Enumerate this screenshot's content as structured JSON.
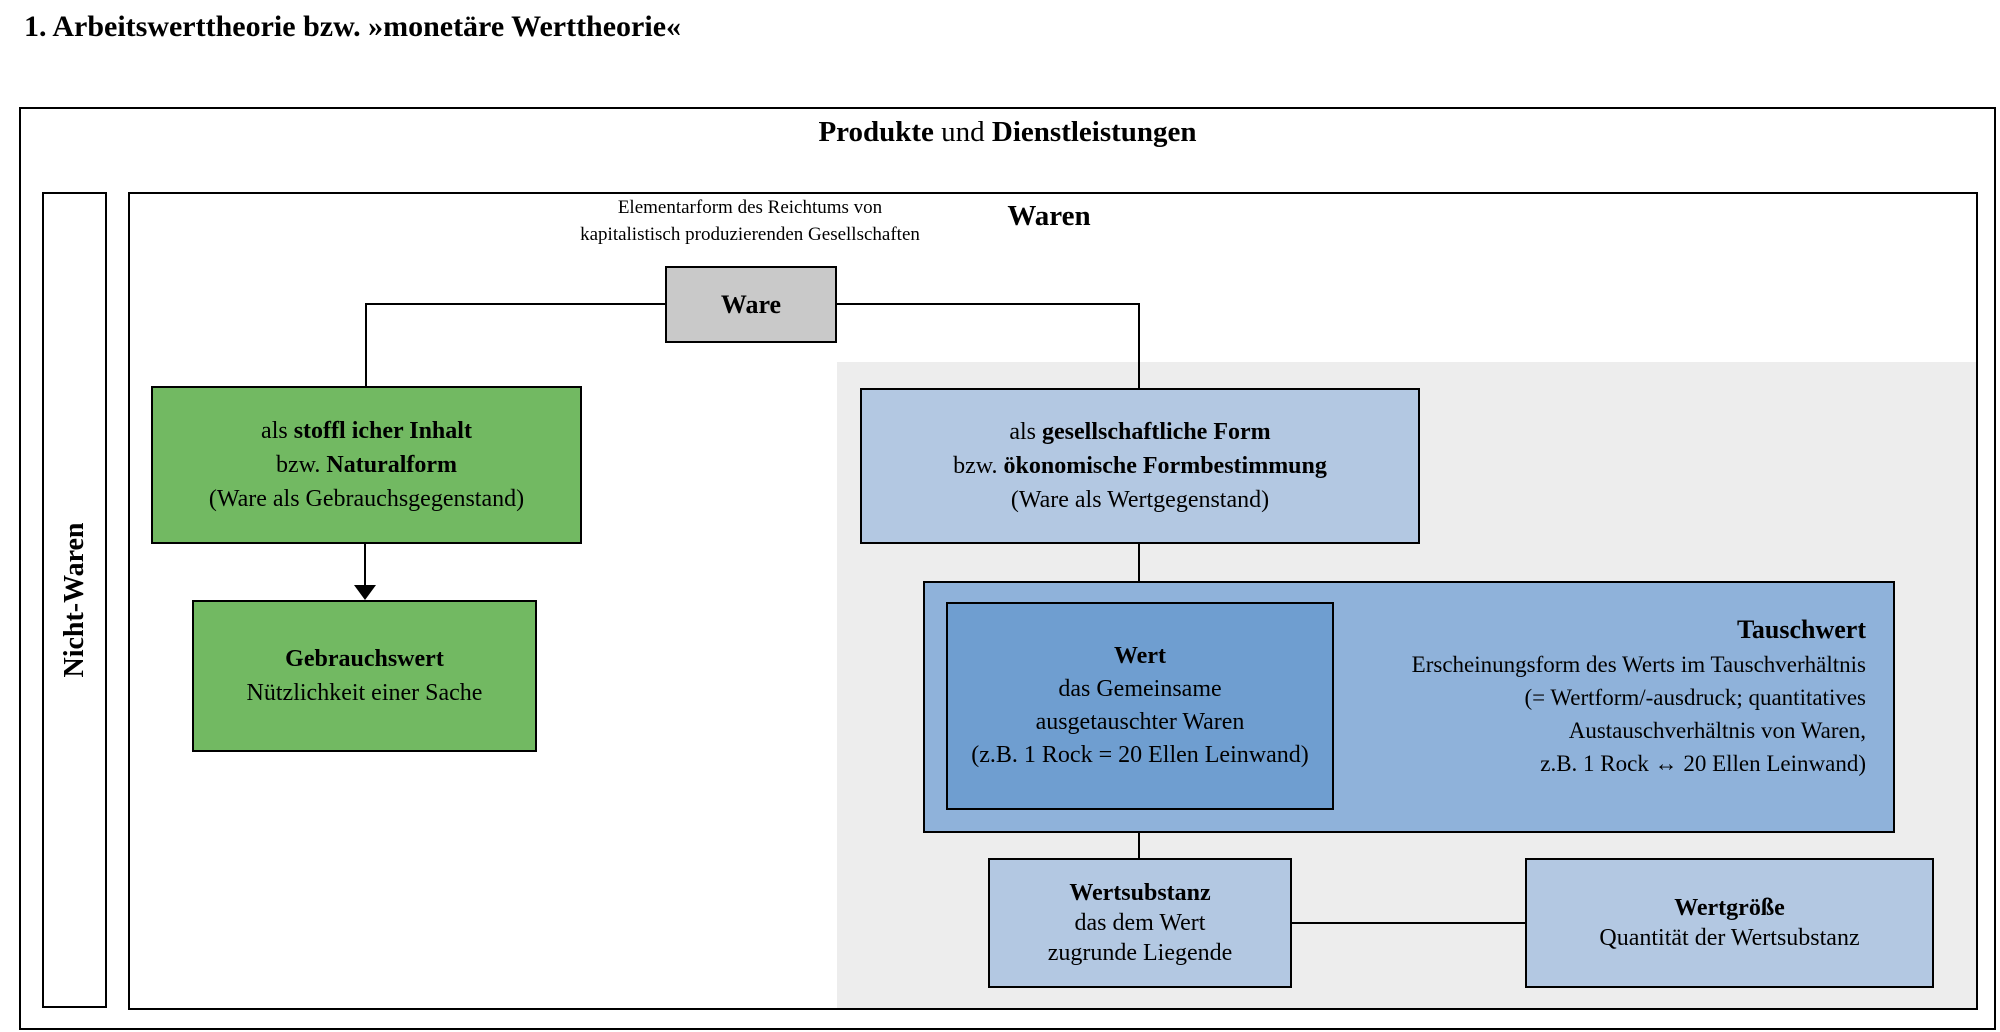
{
  "page": {
    "title": "1. Arbeitswerttheorie bzw. »monetäre Werttheorie«"
  },
  "outer": {
    "heading_bold1": "Produkte",
    "heading_mid": " und ",
    "heading_bold2": "Dienstleistungen"
  },
  "side": {
    "label": "Nicht-Waren"
  },
  "waren": {
    "annotation_line1": "Elementarform des Reichtums von",
    "annotation_line2": "kapitalistisch produzierenden Gesellschaften",
    "heading": "Waren",
    "ware_box_label": "Ware"
  },
  "natural_side": {
    "form_box": {
      "l1_pre": "als ",
      "l1_bold": "stoffl icher Inhalt",
      "l2_pre": "bzw. ",
      "l2_bold": "Naturalform",
      "l3": "(Ware als Gebrauchsgegenstand)"
    },
    "gebrauchswert_box": {
      "title": "Gebrauchswert",
      "l1": "Nützlichkeit einer Sache"
    }
  },
  "social_side": {
    "form_box": {
      "l1_pre": "als ",
      "l1_bold": "gesellschaftliche Form",
      "l2_pre": "bzw. ",
      "l2_bold": "ökonomische Formbestimmung",
      "l3": "(Ware als Wertgegenstand)"
    },
    "wert_box": {
      "title": "Wert",
      "l1": "das Gemeinsame",
      "l2": "ausgetauschter Waren",
      "l3": "(z.B. 1 Rock = 20 Ellen Leinwand)"
    },
    "tauschwert": {
      "title": "Tauschwert",
      "l1": "Erscheinungsform des Werts im Tauschverhältnis",
      "l2": "(= Wertform/-ausdruck; quantitatives",
      "l3": "Austauschverhältnis von Waren,",
      "l4": "z.B. 1 Rock ↔ 20 Ellen Leinwand)"
    },
    "wertsubstanz_box": {
      "title": "Wertsubstanz",
      "l1": "das dem Wert",
      "l2": "zugrunde Liegende"
    },
    "wertgroesse_box": {
      "title": "Wertgröße",
      "l1": "Quantität der Wertsubstanz"
    }
  },
  "colors": {
    "green": "#72b962",
    "gray_box": "#c9c9c9",
    "panel": "#ededed",
    "light_blue": "#b3c8e2",
    "mid_blue": "#8fb2da",
    "dark_blue": "#6f9ed0",
    "line": "#000000"
  }
}
